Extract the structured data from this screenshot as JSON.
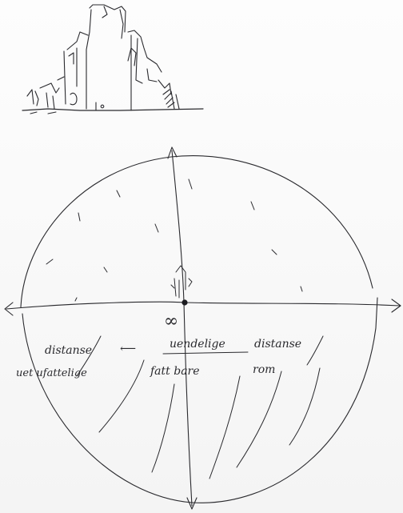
{
  "sketch": {
    "annotations": {
      "line1_left": "distanse",
      "arrow_left": "⟵",
      "line1_center": "uendelige",
      "line1_right": "distanse",
      "line2_left": "uet ufattelige",
      "line2_center": "fatt bare",
      "line2_right": "rom"
    },
    "infinity_symbol": "∞",
    "ink_color": "#2a2a2e",
    "paper_color": "#fbfbfb"
  }
}
